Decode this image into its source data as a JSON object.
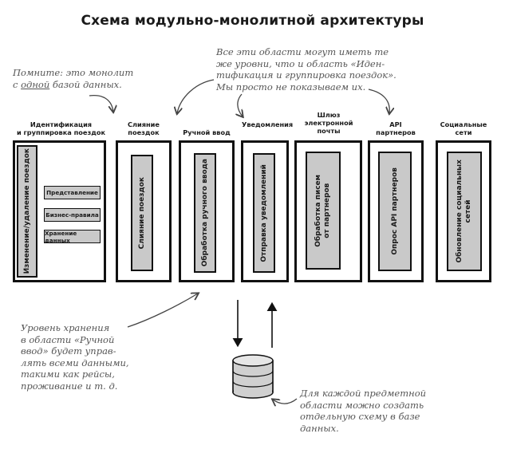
{
  "title": "Схема модульно-монолитной архитектуры",
  "notes": {
    "monolith_line1": "Помните: это монолит",
    "monolith_line2_pre": "с ",
    "monolith_line2_u": "одной",
    "monolith_line2_post": " базой данных.",
    "levels": [
      "Все эти области могут иметь те",
      "же уровни, что и область «Иден-",
      "тификация и группировка поездок».",
      "Мы просто не показываем их."
    ],
    "storage": [
      "Уровень хранения",
      "в области «Ручной",
      "ввод» будет управ-",
      "лять всеми данными,",
      "такими как рейсы,",
      "проживание и т. д."
    ],
    "schema": [
      "Для каждой предметной",
      "области можно создать",
      "отдельную схему в базе",
      "данных."
    ]
  },
  "modules": [
    {
      "label": "Идентификация\nи группировка поездок",
      "inner": "Изменение/удаление поездок",
      "layers": [
        "Представление",
        "Бизнес-правила",
        "Хранение данных"
      ]
    },
    {
      "label": "Слияние\nпоездок",
      "inner": "Слияние поездок"
    },
    {
      "label": "Ручной ввод",
      "inner": "Обработка ручного ввода"
    },
    {
      "label": "Уведомления",
      "inner": "Отправка уведомлений"
    },
    {
      "label": "Шлюз\nэлектронной\nпочты",
      "inner": "Обработка писем\nот партнеров"
    },
    {
      "label": "API\nпартнеров",
      "inner": "Опрос API партнеров"
    },
    {
      "label": "Социальные\nсети",
      "inner": "Обновление социальных\nсетей"
    }
  ],
  "icons": {
    "database": "database-icon"
  }
}
